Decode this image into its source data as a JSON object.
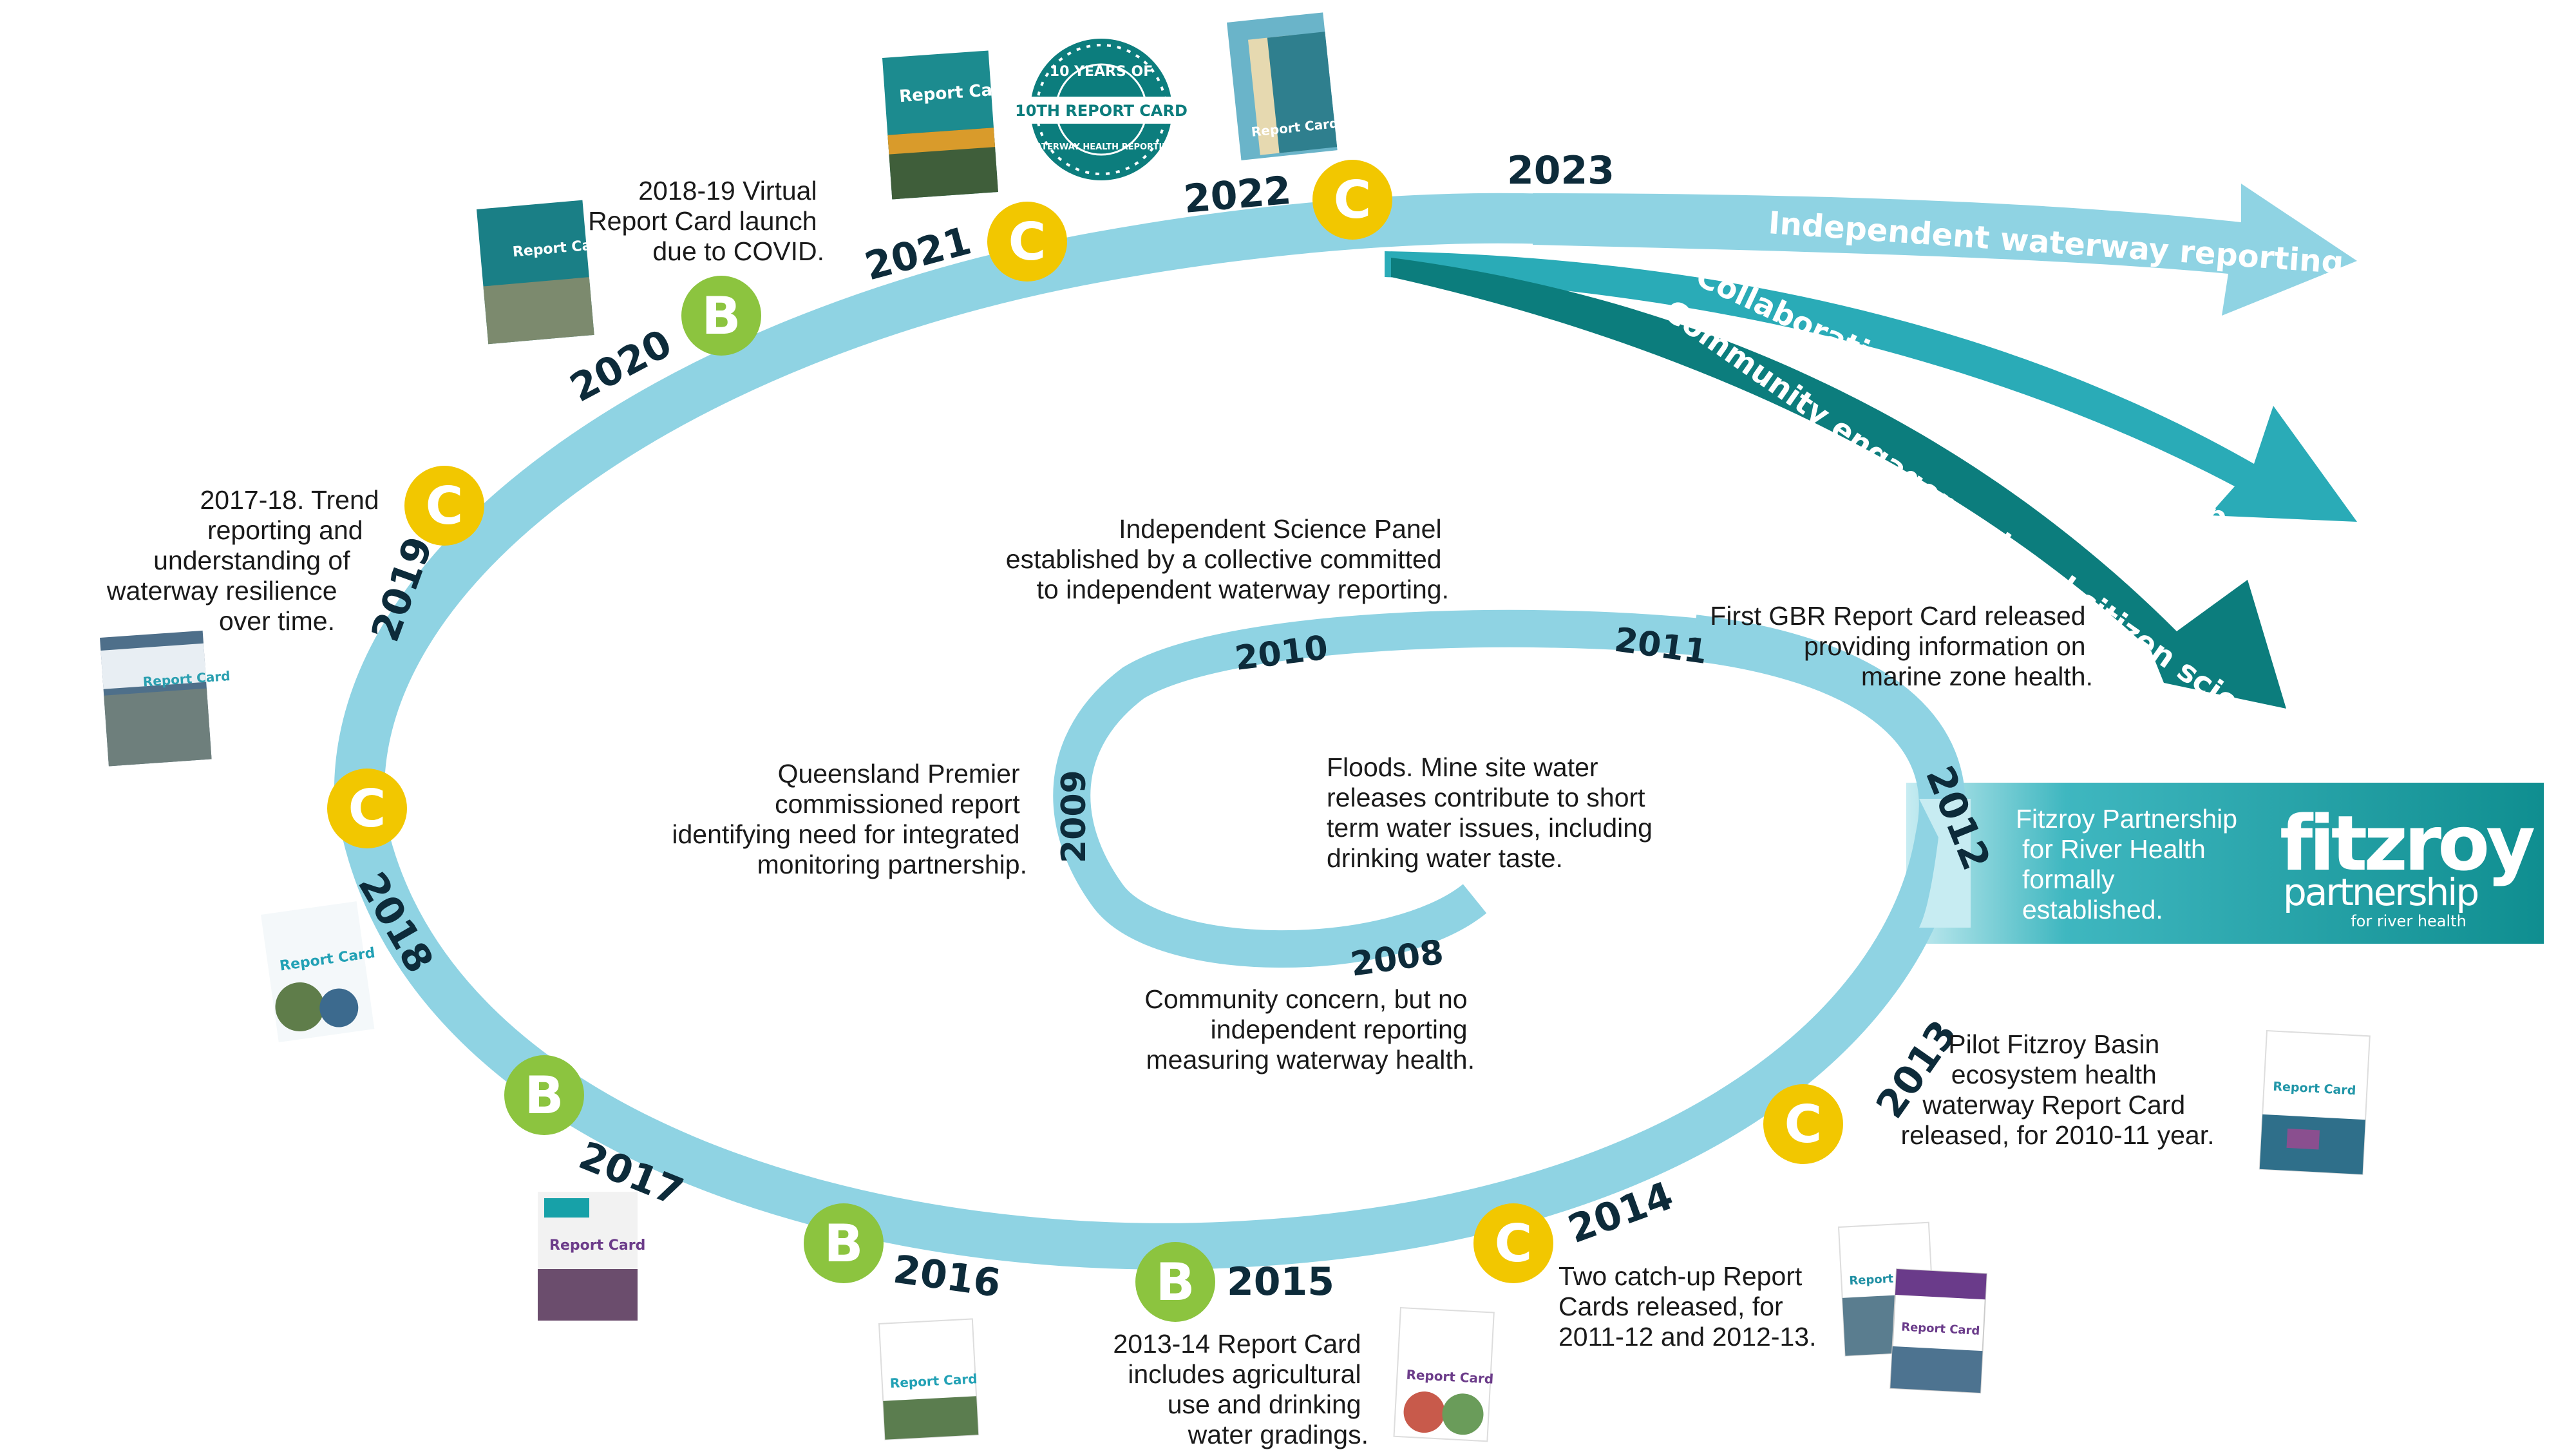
{
  "colors": {
    "spiral": "#8fd3e3",
    "arrow_mid": "#2aabb7",
    "arrow_dark": "#0c7d7d",
    "banner": "#19a0a2",
    "grade_c": "#f2c700",
    "grade_b": "#8cc43f",
    "year_text": "#0d2b3a"
  },
  "years": {
    "y2008": "2008",
    "y2009": "2009",
    "y2010": "2010",
    "y2011": "2011",
    "y2012": "2012",
    "y2013": "2013",
    "y2014": "2014",
    "y2015": "2015",
    "y2016": "2016",
    "y2017": "2017",
    "y2018": "2018",
    "y2019": "2019",
    "y2020": "2020",
    "y2021": "2021",
    "y2022": "2022",
    "y2023": "2023"
  },
  "grades": {
    "g2013": "C",
    "g2014": "C",
    "g2015": "B",
    "g2016": "B",
    "g2017": "B",
    "g2018": "C",
    "g2019": "C",
    "g2020": "B",
    "g2021": "C",
    "g2022": "C"
  },
  "notes": {
    "n2008": [
      "Community concern, but no",
      "independent reporting",
      "measuring waterway health."
    ],
    "n2009": [
      "Queensland Premier",
      "commissioned report",
      "identifying need for integrated",
      "monitoring partnership."
    ],
    "n2010": [
      "Independent Science Panel",
      "established by a collective committed",
      "to independent waterway reporting."
    ],
    "n2010b": [
      "Floods. Mine site water",
      "releases contribute to short",
      "term water issues, including",
      "drinking water taste."
    ],
    "n2011": [
      "First GBR Report Card released",
      "providing information on",
      "marine zone health."
    ],
    "n2012": [
      "Fitzroy Partnership",
      "for River Health",
      "formally",
      "established."
    ],
    "n2013": [
      "Pilot Fitzroy Basin",
      "ecosystem health",
      "waterway Report Card",
      "released, for 2010-11 year."
    ],
    "n2014": [
      "Two catch-up Report",
      "Cards released, for",
      "2011-12 and 2012-13."
    ],
    "n2015": [
      "2013-14 Report Card",
      "includes agricultural",
      "use and drinking",
      "water gradings."
    ],
    "n2019": [
      "2017-18. Trend",
      "reporting and",
      "understanding of",
      "waterway resilience",
      "over time."
    ],
    "n2020": [
      "2018-19 Virtual",
      "Report Card launch",
      "due to COVID."
    ]
  },
  "arrows": {
    "a1": "Independent waterway reporting",
    "a2": "Collaboration and networking opportunities",
    "a3": "Community engagement and citizen science"
  },
  "logo": {
    "main": "fitzroy",
    "sub": "partnership",
    "tag": "for river health"
  },
  "seal": {
    "top": "10 YEARS OF",
    "band": "10TH REPORT CARD",
    "bottom": "WATERWAY HEALTH REPORTING"
  },
  "thumbs": {
    "t1": "Report Card",
    "t2": "Report Card",
    "t3": "Report Card",
    "t4": "Report Card",
    "t5": "Report Card",
    "t6": "Report Card",
    "t7": "Report Card",
    "t8": "Report Card",
    "t9": "Report Card",
    "t10": "Report Card",
    "t11": "Report Card"
  }
}
